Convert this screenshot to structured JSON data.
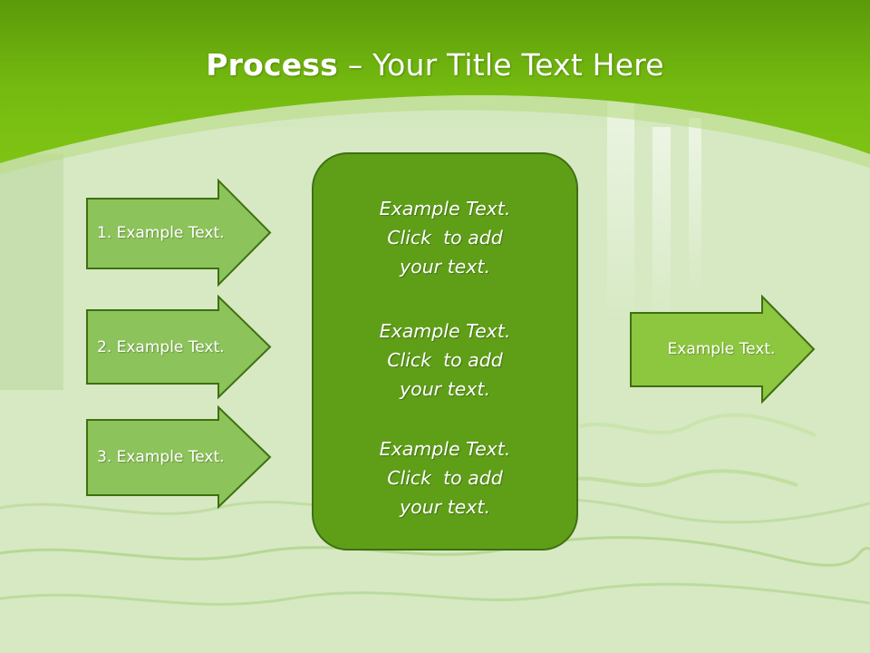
{
  "slide": {
    "title_bold": "Process",
    "title_rest": " – Your Title Text Here"
  },
  "inputs": [
    {
      "label": "1. Example Text."
    },
    {
      "label": "2. Example Text."
    },
    {
      "label": "3. Example Text."
    }
  ],
  "center": {
    "paragraphs": [
      {
        "lines": [
          "Example Text.",
          "Click  to add",
          "your text."
        ]
      },
      {
        "lines": [
          "Example Text.",
          "Click  to add",
          "your text."
        ]
      },
      {
        "lines": [
          "Example Text.",
          "Click  to add",
          "your text."
        ]
      }
    ]
  },
  "output": {
    "label": "Example Text."
  },
  "colors": {
    "header_green": "#7cc012",
    "box_green": "#5f9f18",
    "arrow_in_fill": "#8cc35a",
    "arrow_out_fill": "#8dc63f",
    "outline": "#3f6f12"
  }
}
